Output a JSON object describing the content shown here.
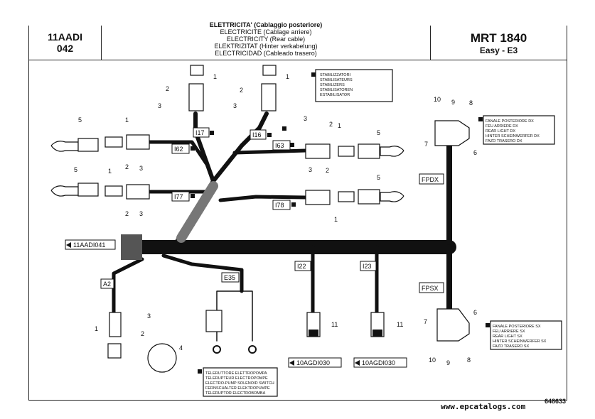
{
  "header": {
    "code_line1": "11AADI",
    "code_line2": "042",
    "titles": [
      "ELETTRICITA' (Cablaggio posteriore)",
      "ELECTRICITE (Cablage arriere)",
      "ELECTRICITY (Rear cable)",
      "ELEKTRIZITAT (Hinter verkabelung)",
      "ELECTRICIDAD (Cableado trasero)"
    ],
    "model": "MRT 1840",
    "variant": "Easy - E3"
  },
  "connectors": {
    "i17": "I17",
    "i16": "I16",
    "i62": "I62",
    "i63": "I63",
    "i77": "I77",
    "i78": "I78",
    "a2": "A2",
    "e35": "E35",
    "i22": "I22",
    "i23": "I23",
    "fpdx": "FPDX",
    "fpsx": "FPSX"
  },
  "references": {
    "left": "11AADI041",
    "bottom1": "10AGDI030",
    "bottom2": "10AGDI030"
  },
  "callouts": {
    "n1": "1",
    "n2": "2",
    "n3": "3",
    "n4": "4",
    "n5": "5",
    "n6": "6",
    "n7": "7",
    "n8": "8",
    "n9": "9",
    "n10": "10",
    "n11": "11"
  },
  "legends": {
    "stabilizer": [
      "STABILIZZATORI",
      "STABILISATEURS",
      "STABILIZERS",
      "STABILISATOREN",
      "ESTABILISATOR"
    ],
    "light_right": [
      "FANALE POSTERIORE DX",
      "FEU ARRIERE DX",
      "REAR LIGHT DX",
      "HINTER SCHEINWERFER DX",
      "FAZO TRASERO DX"
    ],
    "light_left": [
      "FANALE POSTERIORE SX",
      "FEU ARRIERE SX",
      "REAR LIGHT SX",
      "HINTER SCHEINWERFER SX",
      "FAZO TRASERO SX"
    ],
    "pump": [
      "TELERUTTORE ELETTROPOMPA",
      "TELERUPTEUR ELECTROPOMPE",
      "ELECTRO-PUMP SOLENOID SWITCH",
      "FERNSCHALTER ELEKTROPUMPE",
      "TELERUPTOR ELECTROBOMBA"
    ]
  },
  "footer": {
    "watermark": "www.epcatalogs.com",
    "page_id": "648633"
  }
}
